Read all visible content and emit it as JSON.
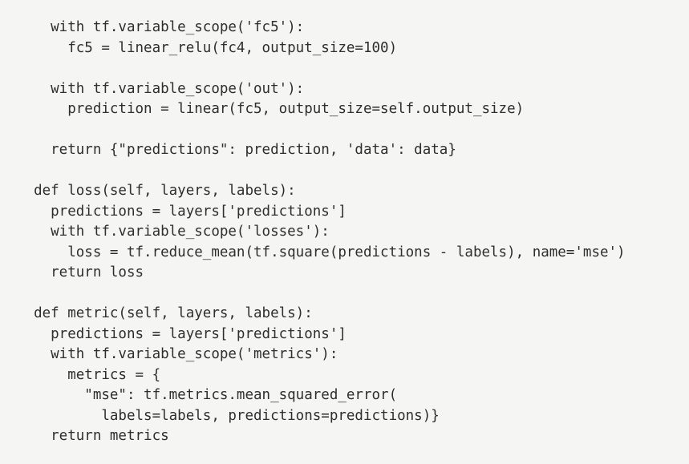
{
  "page": {
    "background_color": "#f5f5f3",
    "text_color": "#2e2e2e"
  },
  "code": {
    "language": "python",
    "lines": [
      "    with tf.variable_scope('fc5'):",
      "      fc5 = linear_relu(fc4, output_size=100)",
      "",
      "    with tf.variable_scope('out'):",
      "      prediction = linear(fc5, output_size=self.output_size)",
      "",
      "    return {\"predictions\": prediction, 'data': data}",
      "",
      "  def loss(self, layers, labels):",
      "    predictions = layers['predictions']",
      "    with tf.variable_scope('losses'):",
      "      loss = tf.reduce_mean(tf.square(predictions - labels), name='mse')",
      "    return loss",
      "",
      "  def metric(self, layers, labels):",
      "    predictions = layers['predictions']",
      "    with tf.variable_scope('metrics'):",
      "      metrics = {",
      "        \"mse\": tf.metrics.mean_squared_error(",
      "          labels=labels, predictions=predictions)}",
      "    return metrics"
    ]
  }
}
